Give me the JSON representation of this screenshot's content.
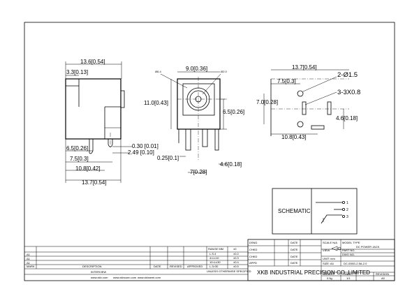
{
  "views": {
    "side": {
      "top_width": "13.6[0.54]",
      "upper_left": "3.3[0.13]",
      "d1": "6.5[0.26]",
      "d2": "7.5[0.3]",
      "d3": "10.8[0.42]",
      "bottom_width": "13.7[0.54]",
      "pin_thick": "0.30 [0.01]",
      "pin_len": "2.49 [0.10]"
    },
    "front": {
      "top_width": "9.0[0.36]",
      "d_left": "Ø6.4",
      "d_right": "Ø2.0",
      "height": "11.0[0.43]",
      "center": "6.5[0.26]",
      "pin_w": "0.25[0.1]",
      "pin_h": "4.6[0.18]",
      "pitch": "7[0.28]"
    },
    "pcb": {
      "width": "13.7[0.54]",
      "d_top": "7.5[0.3]",
      "holes": "2-Ø1.5",
      "slots": "3-3X0.8",
      "height": "7.0[0.28]",
      "right_h": "4.6[0.18]",
      "bottom": "10.8[0.43]"
    }
  },
  "schematic": {
    "label": "SCHEMATIC",
    "pins": [
      "1",
      "2",
      "3"
    ]
  },
  "revisions": {
    "rows": [
      "Δ1",
      "Δ1",
      "Δ1"
    ],
    "name_label": "MARK",
    "desc_label": "DESCRIPTION",
    "date_label": "DATE",
    "revised_label": "REVISED",
    "approved_label": "APPROVED",
    "footer": "INTERVIEW"
  },
  "tolerance": {
    "header": [
      "RANGE MM",
      "±0"
    ],
    "rows": [
      [
        "L.S.4",
        "±0.2"
      ],
      [
        "4<L≤10",
        "±0.3"
      ],
      [
        "10<L≤30",
        "±0.4"
      ],
      [
        "L.3>30",
        "±0.5"
      ]
    ],
    "note": "UNLESS OTHERWISE SPECIFIED"
  },
  "signoff": {
    "rows": [
      "DSND",
      "CHKD",
      "CHKD",
      "APPD"
    ],
    "date_label": "DATE"
  },
  "title_block": {
    "model_type_label": "MODEL TYPE",
    "model_type": "DC POWER JACK",
    "scale_label": "SCALE N/A",
    "view_label": "VIEW",
    "part_no_label": "PART NO.",
    "unit_label": "UNIT: mm",
    "dwg_no_label": "DWG NO.",
    "size_label": "SIZE: A4",
    "dwg_no": "DC-005G-2.5A-2.0",
    "company": "XKB INDUSTRIAL PRECISION CO.,LIMITED",
    "weight_label": "WEIGHT",
    "weight": "0.5g",
    "sheet_label": "SHEET",
    "sheet": "1/1",
    "revision_label": "REVISION",
    "revision": "A0"
  },
  "footer_links": [
    "www.xkb.com",
    "www.xkbconn.com",
    "www.xkbsemi.com"
  ]
}
